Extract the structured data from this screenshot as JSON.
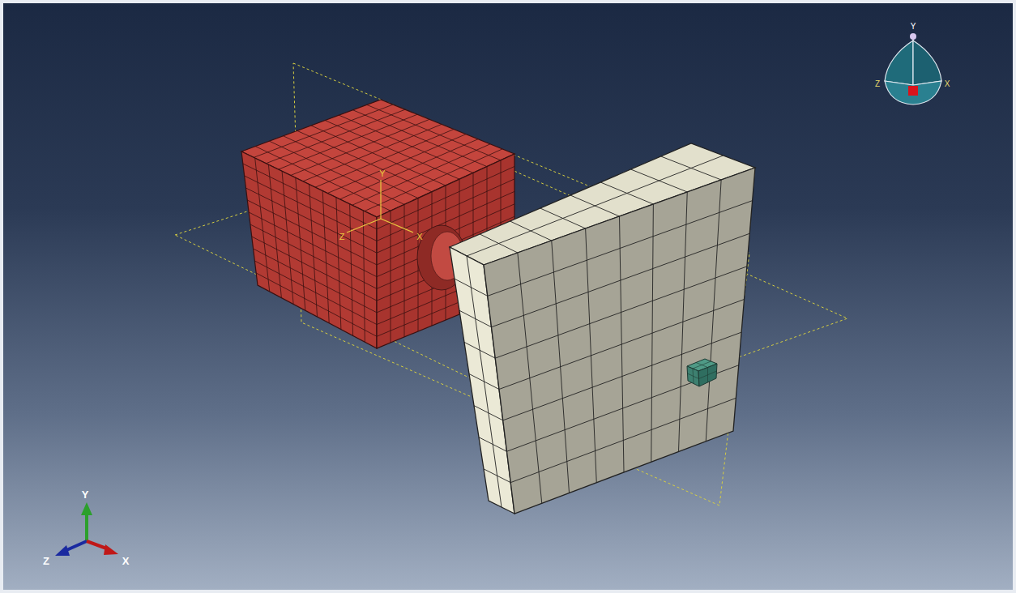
{
  "diagram": {
    "labels": [
      "Y",
      "Z",
      "X",
      "Y",
      "Z",
      "X",
      "Y",
      "Z",
      "X"
    ]
  }
}
